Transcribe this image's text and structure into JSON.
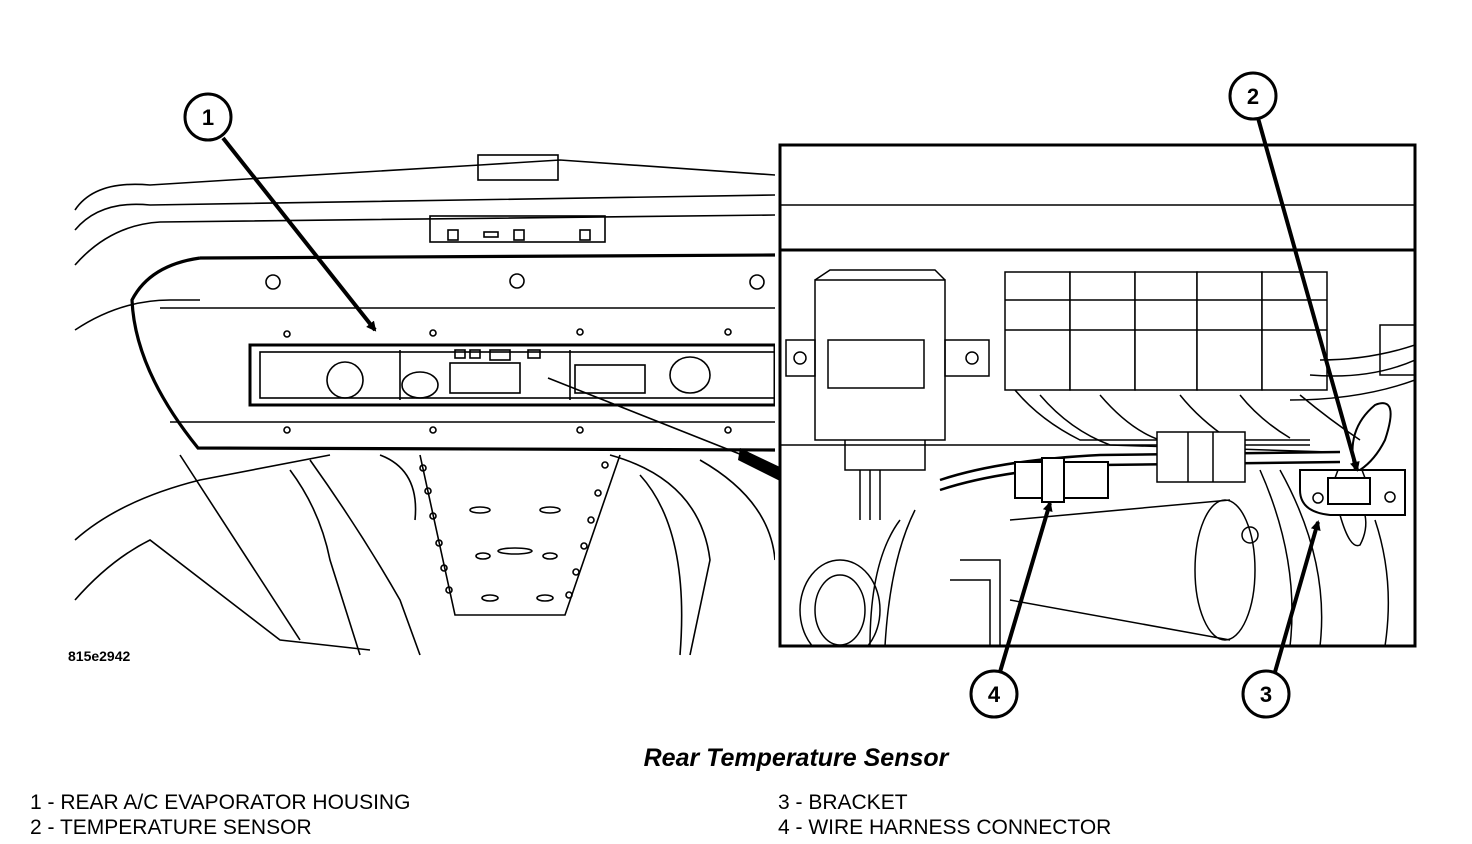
{
  "figure_id": "815e2942",
  "title": "Rear Temperature Sensor",
  "callouts": [
    "1",
    "2",
    "3",
    "4"
  ],
  "legend": {
    "left": [
      "1 - REAR A/C EVAPORATOR HOUSING",
      "2 - TEMPERATURE SENSOR"
    ],
    "right": [
      "3 - BRACKET",
      "4 - WIRE HARNESS CONNECTOR"
    ]
  }
}
